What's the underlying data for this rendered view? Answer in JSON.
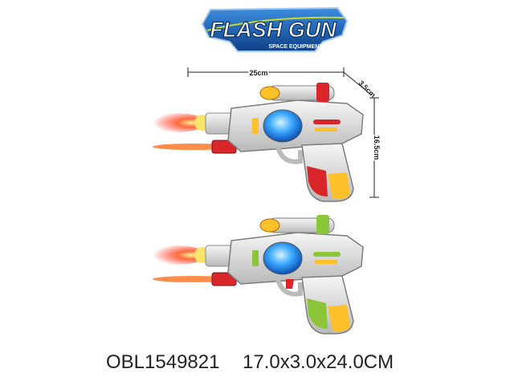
{
  "logo": {
    "title": "FLASH GUN",
    "subtitle": "SPACE EQUIPMENT",
    "colors": {
      "frame": "#1b62b5",
      "title_fill": "#ffffff",
      "accent": "#c8d92a"
    }
  },
  "dimensions": {
    "length_label": "25cm",
    "depth_label": "3.5cm",
    "height_label": "16.5cm"
  },
  "products": [
    {
      "variant": "red",
      "accent_color": "#d8262b"
    },
    {
      "variant": "green",
      "accent_color": "#8cc43a"
    }
  ],
  "caption": {
    "item_code": "OBL1549821",
    "package_size": "17.0x3.0x24.0CM"
  }
}
